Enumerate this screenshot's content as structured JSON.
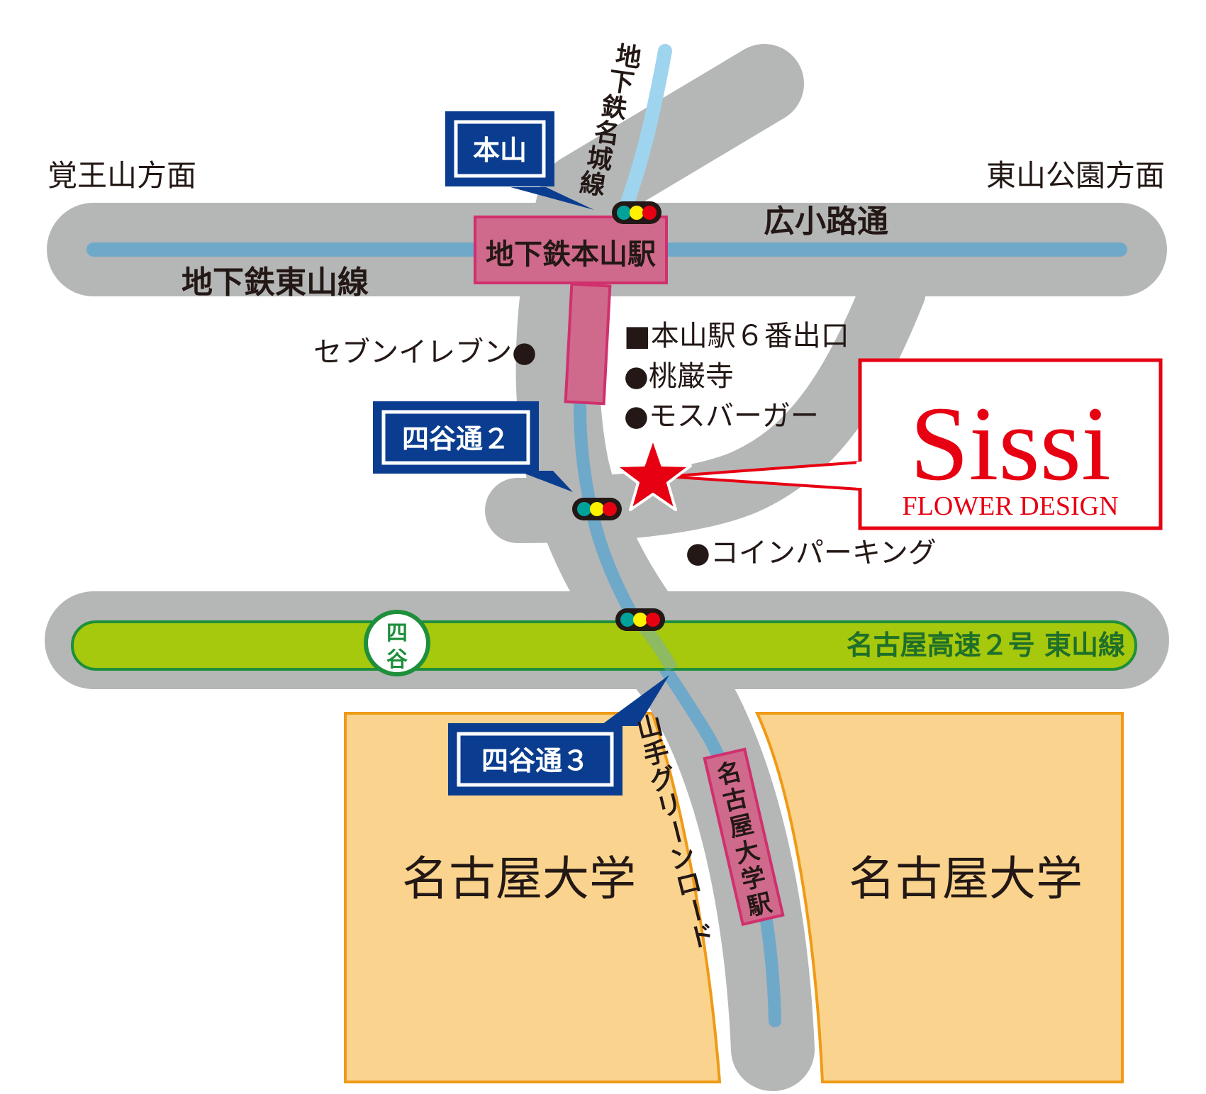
{
  "directions": {
    "west": "覚王山方面",
    "east": "東山公園方面"
  },
  "roads": {
    "hirokoji": "広小路通",
    "higashiyama_line": "地下鉄東山線",
    "meijo_line_chars": [
      "地",
      "下",
      "鉄",
      "名",
      "城",
      "線"
    ],
    "expressway": "名古屋高速２号 東山線",
    "yamate_green_road_chars": [
      "山",
      "手",
      "グ",
      "リ",
      "ー",
      "ン",
      "ロ",
      "ー",
      "ド"
    ]
  },
  "stations": {
    "motoyama": "地下鉄本山駅",
    "nagoya_univ_chars": [
      "名",
      "古",
      "屋",
      "大",
      "学",
      "駅"
    ]
  },
  "intersections": {
    "motoyama": "本山",
    "yotsuya2": "四谷通２",
    "yotsuya3": "四谷通３"
  },
  "ramp": {
    "chars": [
      "四",
      "谷"
    ]
  },
  "landmarks": {
    "seven_eleven": "セブンイレブン●",
    "exit6": "■本山駅６番出口",
    "temple": "●桃巌寺",
    "mos": "●モスバーガー",
    "parking": "●コインパーキング"
  },
  "university": {
    "west": "名古屋大学",
    "east": "名古屋大学"
  },
  "shop": {
    "name": "Sissi",
    "tagline": "FLOWER DESIGN"
  },
  "colors": {
    "road": "#b5b6b6",
    "subway": "#6fa9c9",
    "meijo": "#9fd4ef",
    "station": "#cf6a8c",
    "station_border": "#d0306d",
    "expressway": "#a6c80d",
    "expressway_border": "#1e8f3a",
    "callout": "#0a3d8f",
    "campus": "#fad48e",
    "campus_border": "#ef9a16",
    "shop_red": "#e60012"
  }
}
